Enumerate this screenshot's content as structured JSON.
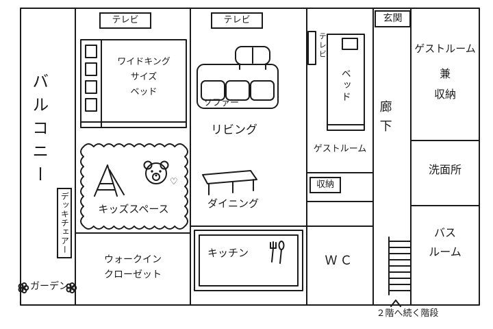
{
  "colors": {
    "ink": "#1a1a1a",
    "paper": "#ffffff"
  },
  "rooms": {
    "balcony": {
      "label": "バルコニー"
    },
    "deck_chair": {
      "label": "デッキチェアー"
    },
    "garden": {
      "label": "ガーデン"
    },
    "master_bedroom": {
      "tv_label": "テレビ",
      "bed_lines": [
        "ワイドキング",
        "サイズ",
        "ベッド"
      ]
    },
    "kids_space": {
      "label": "キッズスペース",
      "heart": "♡"
    },
    "walk_in_closet": {
      "lines": [
        "ウォークイン",
        "クローゼット"
      ]
    },
    "living": {
      "tv_label": "テレビ",
      "sofa_label": "ソファー",
      "label": "リビング",
      "dining_label": "ダイニング"
    },
    "kitchen": {
      "label": "キッチン"
    },
    "guest_room": {
      "tv_label": "テレビ",
      "bed_label": "ベッド",
      "label": "ゲストルーム",
      "storage_label": "収納"
    },
    "wc": {
      "label": "ＷＣ"
    },
    "entrance": {
      "label": "玄関"
    },
    "hallway": {
      "label": "廊下"
    },
    "guest_storage_room": {
      "lines": [
        "ゲストルーム",
        "兼",
        "収納"
      ]
    },
    "washroom": {
      "label": "洗面所"
    },
    "bathroom": {
      "lines": [
        "バス",
        "ルーム"
      ]
    },
    "stairs": {
      "caption": "２階へ続く階段"
    }
  },
  "icons": {
    "flower-icon": "svg-flower-doodle",
    "utensils-icon": "svg-fork-and-spoon",
    "stairs-arrow-icon": "up-caret",
    "heart-icon": "♡"
  }
}
